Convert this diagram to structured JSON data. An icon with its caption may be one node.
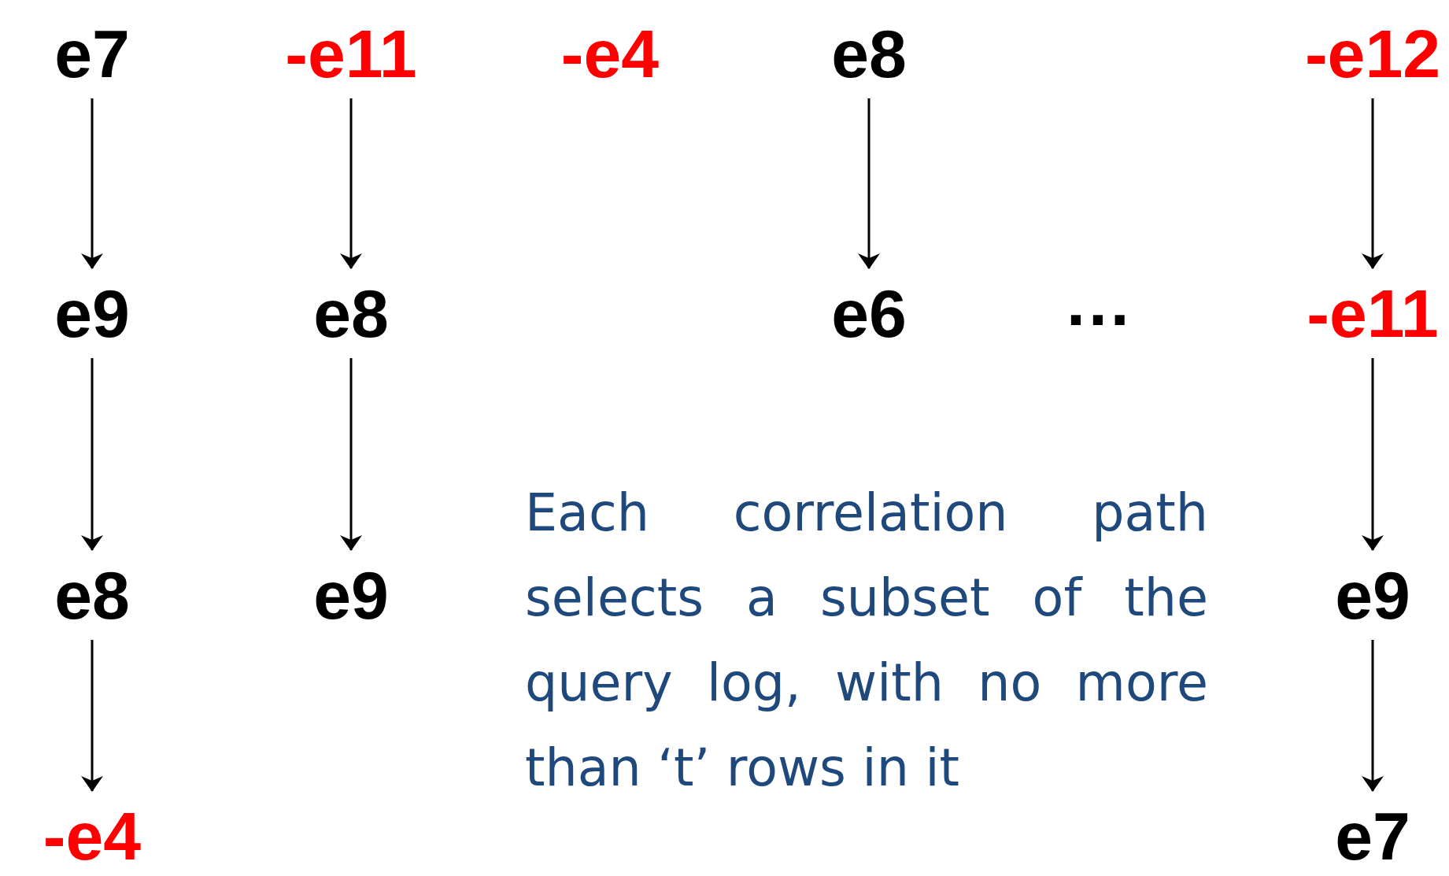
{
  "diagram": {
    "nodes": [
      {
        "text": [
          "e7"
        ]
      },
      {
        "text": [
          "-e11"
        ]
      },
      {
        "text": [
          "-e4"
        ]
      },
      {
        "text": [
          "e8"
        ]
      },
      {
        "text": [
          "-e12"
        ]
      },
      {
        "text": [
          "e9"
        ]
      },
      {
        "text": [
          "e8"
        ]
      },
      {
        "text": [
          "e6"
        ]
      },
      {
        "text": [
          "-e11"
        ]
      },
      {
        "text": [
          "e8"
        ]
      },
      {
        "text": [
          "e9"
        ]
      },
      {
        "text": [
          "e9"
        ]
      },
      {
        "text": [
          "-e4"
        ]
      },
      {
        "text": [
          "e7"
        ]
      }
    ],
    "edges": [
      {
        "from": 0,
        "to": 5,
        "arrow": "to"
      },
      {
        "from": 5,
        "to": 9,
        "arrow": "to"
      },
      {
        "from": 9,
        "to": 12,
        "arrow": "to"
      },
      {
        "from": 1,
        "to": 6,
        "arrow": "to"
      },
      {
        "from": 6,
        "to": 10,
        "arrow": "to"
      },
      {
        "from": 3,
        "to": 7,
        "arrow": "to"
      },
      {
        "from": 4,
        "to": 8,
        "arrow": "to"
      },
      {
        "from": 8,
        "to": 11,
        "arrow": "to"
      },
      {
        "from": 11,
        "to": 13,
        "arrow": "to"
      }
    ],
    "labels": [
      "...",
      "Each correlation path selects a subset of the query log, with no more than ‘t’ rows in it"
    ]
  }
}
